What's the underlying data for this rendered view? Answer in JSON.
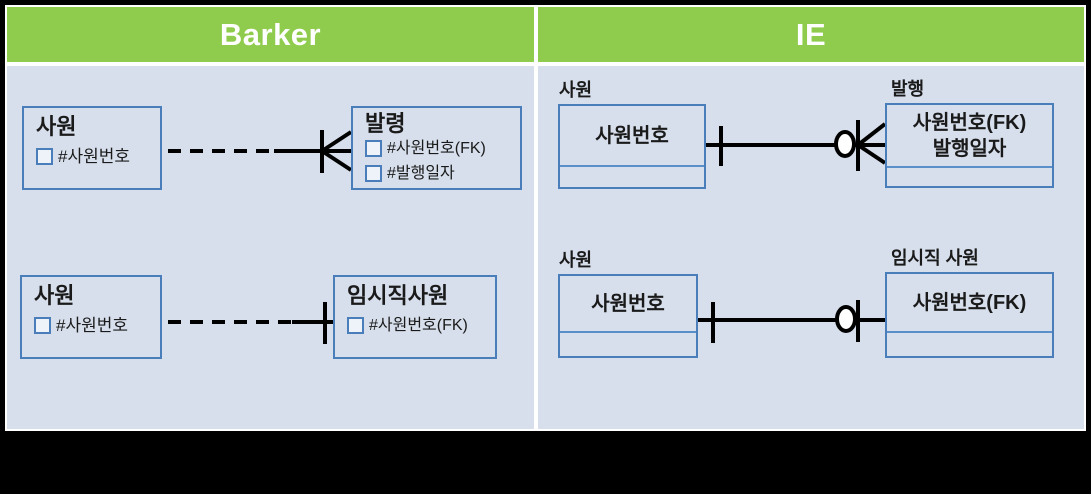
{
  "panels": {
    "barker": {
      "title": "Barker",
      "entities": [
        {
          "title": "사원",
          "attributes": [
            "#사원번호"
          ]
        },
        {
          "title": "발령",
          "attributes": [
            "#사원번호(FK)",
            "#발행일자"
          ]
        },
        {
          "title": "사원",
          "attributes": [
            "#사원번호"
          ]
        },
        {
          "title": "임시직사원",
          "attributes": [
            "#사원번호(FK)"
          ]
        }
      ]
    },
    "ie": {
      "title": "IE",
      "entities": [
        {
          "label": "사원",
          "rows": [
            "사원번호"
          ]
        },
        {
          "label": "발행",
          "rows": [
            "사원번호(FK)",
            "발행일자"
          ]
        },
        {
          "label": "사원",
          "rows": [
            "사원번호"
          ]
        },
        {
          "label": "임시직 사원",
          "rows": [
            "사원번호(FK)"
          ]
        }
      ]
    }
  },
  "colors": {
    "header_green": "#8fcc4e",
    "panel_blue": "#d7dfec",
    "box_border_blue": "#4a7ebb",
    "line_black": "#000000",
    "header_text": "#ffffff"
  },
  "icons": {
    "attribute_square": "small blue-bordered square (Barker attribute marker)",
    "crow_foot": "many-cardinality crow's foot",
    "tick": "mandatory-one tick",
    "circle": "optional (zero) circle"
  }
}
